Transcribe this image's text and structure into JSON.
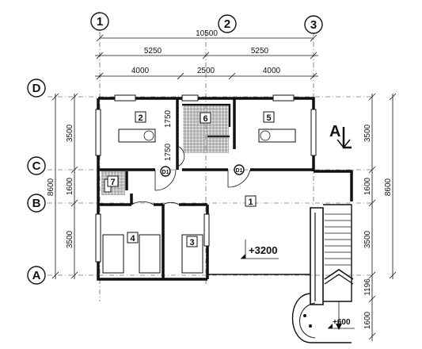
{
  "plan": {
    "axes_top": [
      "1",
      "2",
      "3"
    ],
    "axes_left": [
      "D",
      "C",
      "B",
      "A"
    ],
    "dims_top": {
      "overall": "10500",
      "halves": [
        "5250",
        "5250"
      ],
      "bays": [
        "4000",
        "2500",
        "4000"
      ]
    },
    "dims_left": {
      "overall": "8600",
      "segments": [
        "3500",
        "1600",
        "3500"
      ]
    },
    "dims_right": {
      "overall": "8600",
      "segments": [
        "3500",
        "1600",
        "3500",
        "1196",
        "1600"
      ]
    },
    "interior_dims": [
      "1750",
      "1750"
    ],
    "door_tags": [
      "D1",
      "D1"
    ],
    "rooms": [
      "1",
      "2",
      "3",
      "4",
      "5",
      "6",
      "7"
    ],
    "levels": [
      "+3200",
      "+600"
    ],
    "section_mark": "A"
  }
}
